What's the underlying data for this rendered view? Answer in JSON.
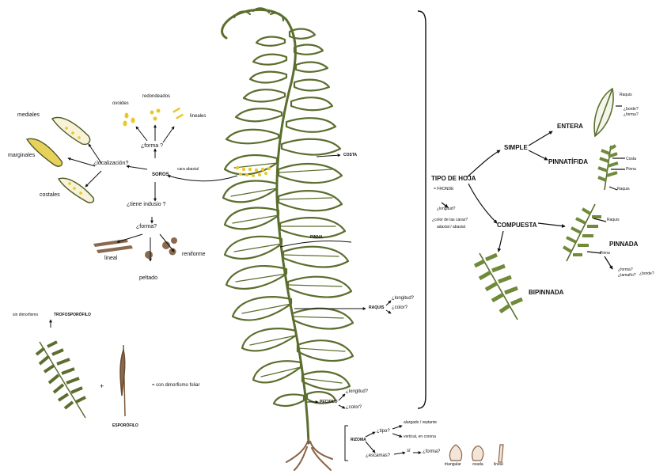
{
  "colors": {
    "frond": "#5b6e2e",
    "frond_light": "#8a9a4a",
    "sorus": "#e6c929",
    "brown": "#7a5a3a",
    "ink": "#111111"
  },
  "left": {
    "medial": "mediales",
    "marginal": "marginales",
    "costal": "costales",
    "localizacion_q": "¿localización?",
    "ovoid": "ovoides",
    "rounded": "redondeados",
    "linear_s": "lineales",
    "forma_q1": "¿forma ?",
    "soros": "SOROS",
    "cara_abaxial": "cara abaxial",
    "indusio_q": "¿tiene indusio ?",
    "forma_q2": "¿forma?",
    "lineal": "lineal",
    "peltado": "peltado",
    "reniforme": "reniforme",
    "sin_dimorfismo": "sin dimorfismo",
    "trofosporofilo": "TROFOSPORÓFILO",
    "esporofilo": "ESPORÓFILO",
    "plus": "+",
    "con_dimorfismo": "= con dimorfismo foliar"
  },
  "center": {
    "costa": "COSTA",
    "pinna": "PINNA",
    "raquis": "RAQUIS",
    "raquis_long": "¿longitud?",
    "raquis_color": "¿color?",
    "peciolo": "PECIOLO",
    "peciolo_long": "¿longitud?",
    "peciolo_color": "¿color?",
    "rizoma": "RIZOMA",
    "tipo_q": "¿tipo?",
    "alargado": "alargado / reptante",
    "vertical": "vertical, en corona",
    "escamas": "¿escamas?",
    "si": "sí",
    "forma_q3": "¿forma?",
    "triangular": "triangular",
    "ovada": "ovada",
    "lineal2": "lineal"
  },
  "right": {
    "tipo_hoja": "TIPO DE HOJA",
    "fronde": "= FRONDE",
    "longitud": "¿longitud?",
    "color_caras": "¿color de las caras?",
    "adaxial_abaxial": "adaxial / abaxial",
    "simple": "SIMPLE",
    "entera": "ENTERA",
    "pinnatifida": "PINNATÍFIDA",
    "compuesta": "COMPUESTA",
    "pinnada": "PINNADA",
    "bipinnada": "BIPINNADA",
    "raquis_e": "Raquis",
    "borde_q": "¿borde?",
    "forma_q_e": "¿forma?",
    "costa_p": "Costa",
    "pinna_p": "Pinna",
    "raquis_p": "Raquis",
    "raquis_pin": "Raquis",
    "pinna_pin": "Pinna",
    "forma_q_pin": "¿forma?",
    "tamano_q": "¿tamaño?",
    "borde_q2": "¿borde?"
  }
}
